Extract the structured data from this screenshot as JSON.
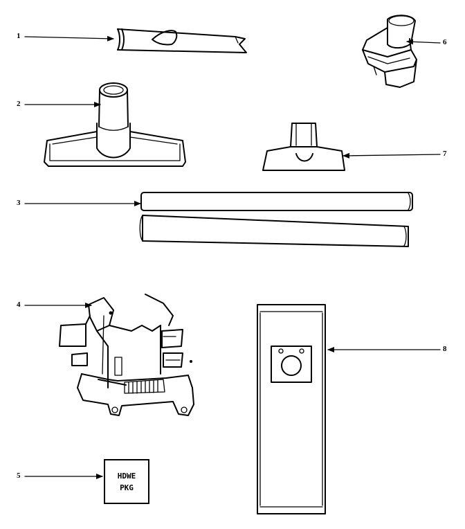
{
  "parts": [
    {
      "callout": "1",
      "name": "crevice tool"
    },
    {
      "callout": "2",
      "name": "floor brush"
    },
    {
      "callout": "3",
      "name": "extension wands"
    },
    {
      "callout": "4",
      "name": "bag housing"
    },
    {
      "callout": "5",
      "name": "hardware package"
    },
    {
      "callout": "6",
      "name": "adapter"
    },
    {
      "callout": "7",
      "name": "upholstery tool"
    },
    {
      "callout": "8",
      "name": "filter bag"
    }
  ],
  "hardware_box": {
    "line1": "HDWE",
    "line2": "PKG"
  }
}
